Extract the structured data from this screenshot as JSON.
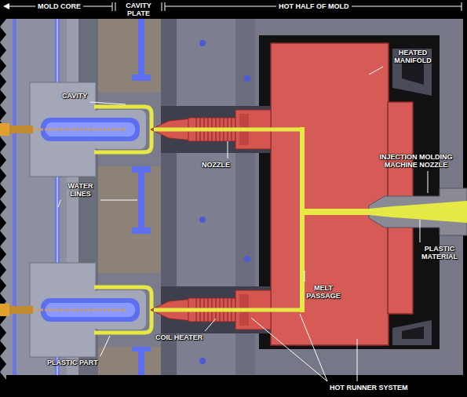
{
  "diagram": {
    "labels": [
      "MOLD CORE",
      "CAVITY PLATE",
      "HOT HALF OF MOLD",
      "HEATED MANIFOLD",
      "INJECTION MOLDING MACHINE NOZZLE",
      "PLASTIC MATERIAL",
      "CAVITY",
      "WATER LINES",
      "NOZZLE",
      "MELT PASSAGE",
      "COIL HEATER",
      "PLASTIC PART",
      "HOT RUNNER SYSTEM"
    ]
  }
}
